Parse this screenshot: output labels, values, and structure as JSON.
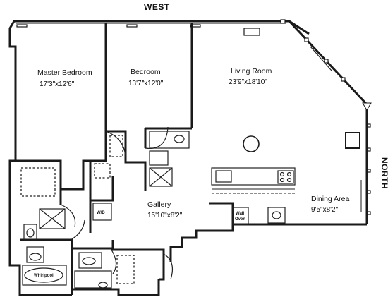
{
  "compass": {
    "top": "WEST",
    "right": "NORTH"
  },
  "rooms": {
    "master_bedroom": {
      "name": "Master Bedroom",
      "dims": "17'3\"x12'6\""
    },
    "bedroom": {
      "name": "Bedroom",
      "dims": "13'7\"x12'0\""
    },
    "living_room": {
      "name": "Living Room",
      "dims": "23'9\"x18'10\""
    },
    "gallery": {
      "name": "Gallery",
      "dims": "15'10\"x8'2\""
    },
    "dining_area": {
      "name": "Dining Area",
      "dims": "9'5\"x8'2\""
    }
  },
  "fixtures": {
    "washer_dryer": "W/D",
    "wall_oven": [
      "Wall",
      "Oven"
    ],
    "whirlpool": "Whirlpool"
  }
}
